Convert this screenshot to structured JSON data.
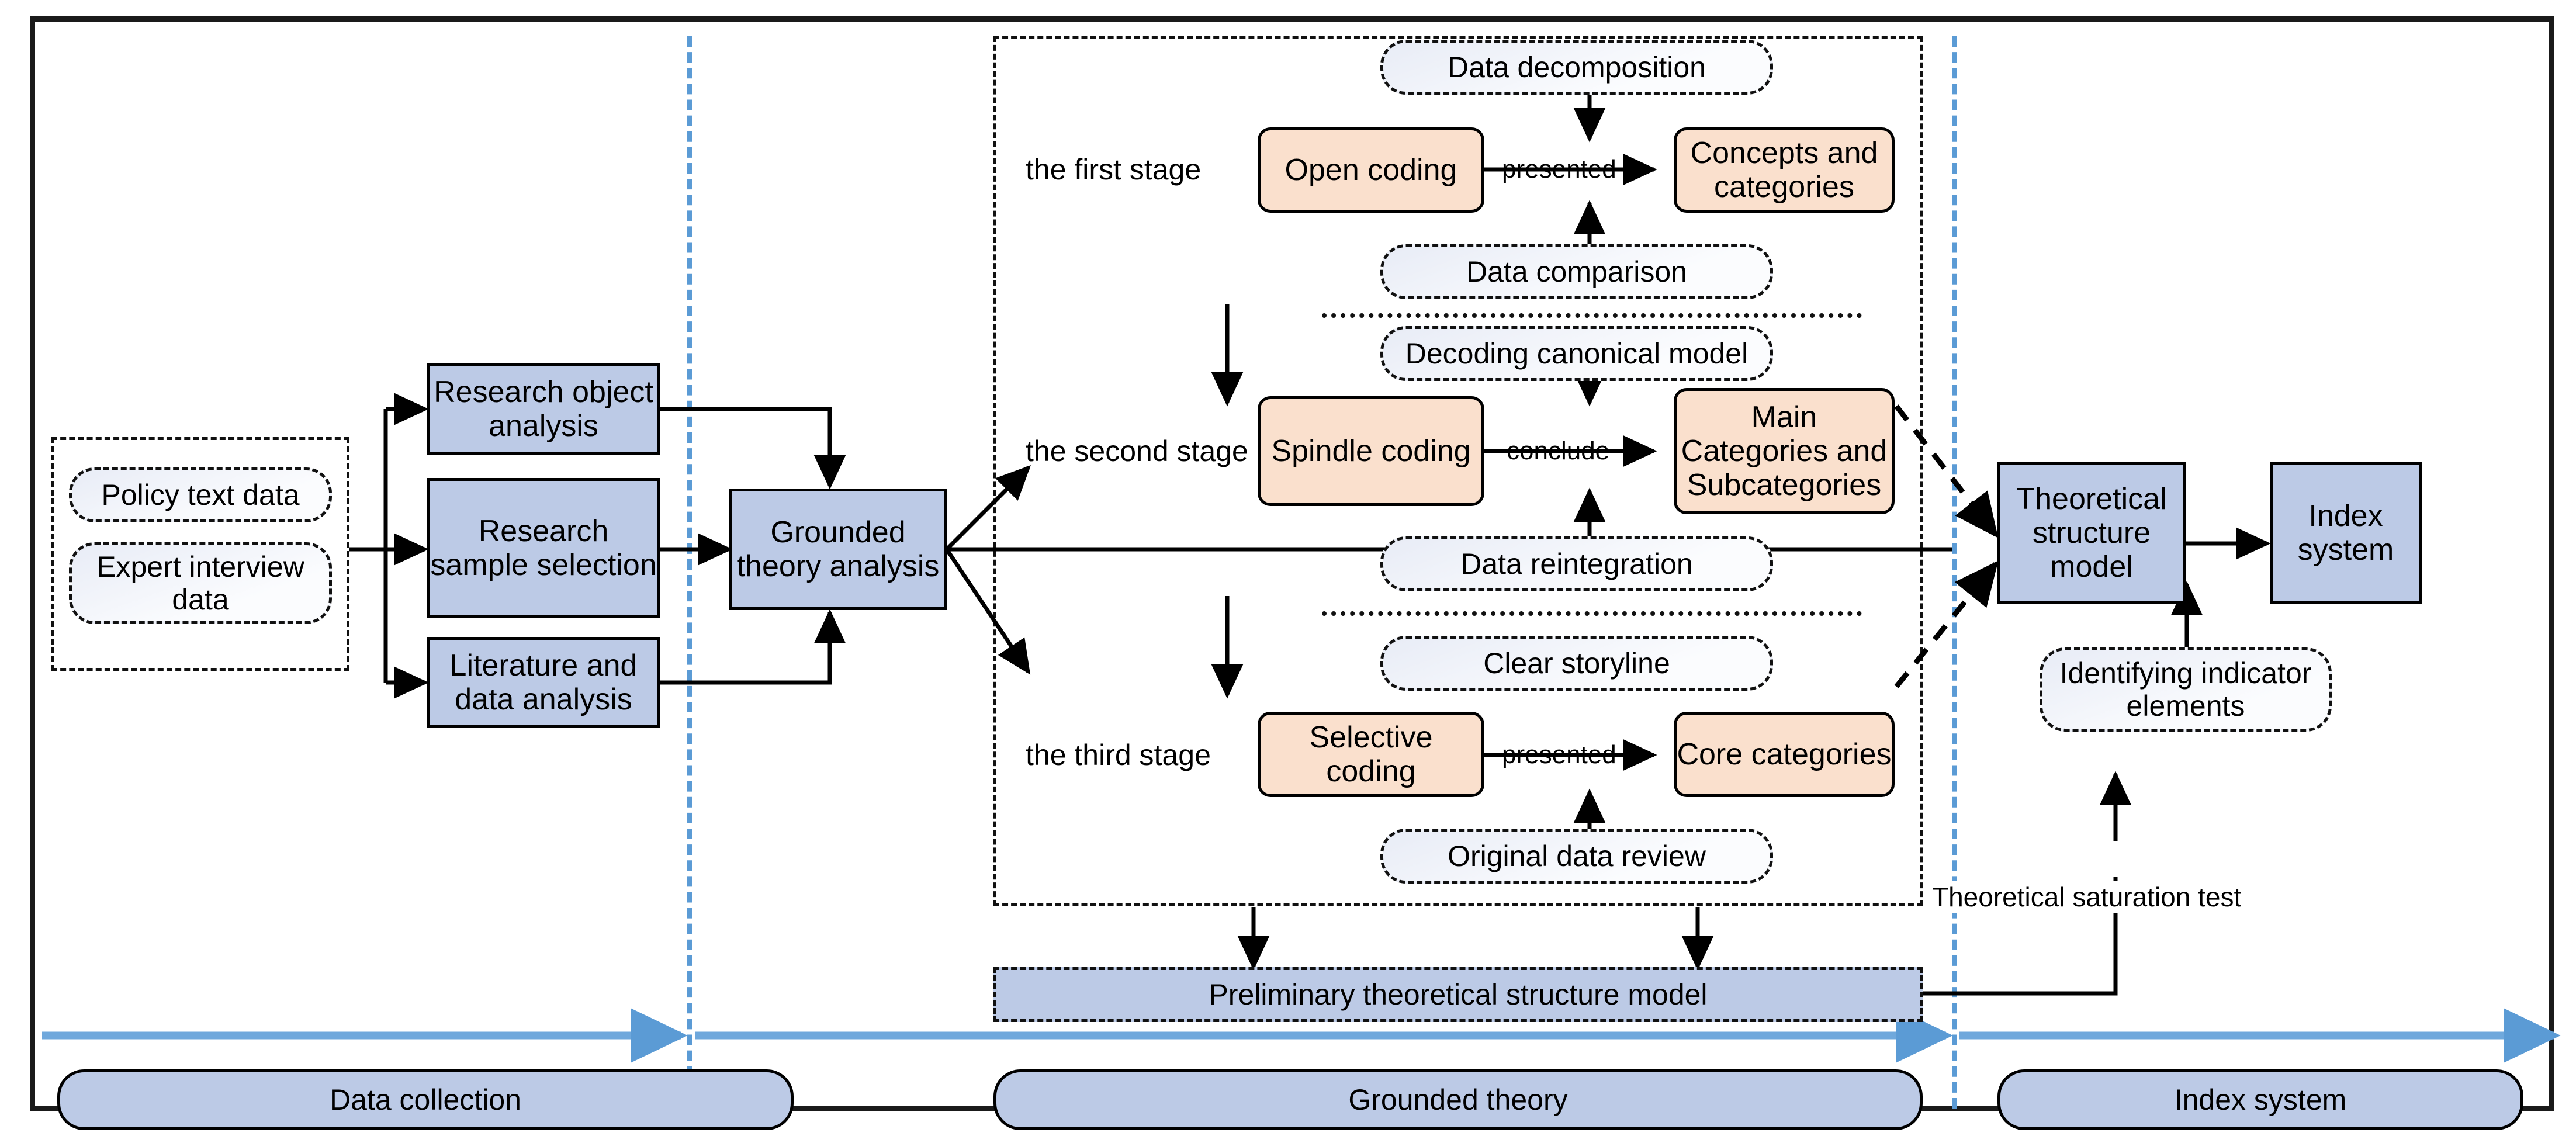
{
  "diagram": {
    "title": "Research framework flowchart",
    "colors": {
      "blue_fill": "#BCCAE6",
      "peach_fill": "#FAE0CD",
      "ghost_fill": "#EEF1F9",
      "divider_blue": "#5B9BD5",
      "outline": "#000000"
    }
  },
  "data_collection": {
    "sources": [
      {
        "label": "Policy text data"
      },
      {
        "label": "Expert interview data"
      }
    ],
    "steps": [
      {
        "label": "Research object analysis"
      },
      {
        "label": "Research sample selection"
      },
      {
        "label": "Literature and data analysis"
      }
    ],
    "hub": {
      "label": "Grounded theory analysis"
    }
  },
  "grounded_theory": {
    "stages": [
      {
        "stage_label": "the first stage",
        "coding": "Open coding",
        "relation": "presented",
        "output": "Concepts and categories",
        "top_note": "Data decomposition",
        "bottom_note": "Data comparison"
      },
      {
        "stage_label": "the second stage",
        "coding": "Spindle coding",
        "relation": "conclude",
        "output": "Main Categories and Subcategories",
        "top_note": "Decoding canonical model",
        "bottom_note": "Data reintegration"
      },
      {
        "stage_label": "the third stage",
        "coding": "Selective coding",
        "relation": "presented",
        "output": "Core categories",
        "top_note": "Clear storyline",
        "bottom_note": "Original data review"
      }
    ],
    "preliminary_model": "Preliminary theoretical structure model",
    "saturation_label": "Theoretical saturation test"
  },
  "index_system": {
    "model": "Theoretical structure model",
    "result": "Index system",
    "note": "Identifying indicator elements"
  },
  "phases": [
    {
      "label": "Data collection"
    },
    {
      "label": "Grounded theory"
    },
    {
      "label": "Index system"
    }
  ]
}
